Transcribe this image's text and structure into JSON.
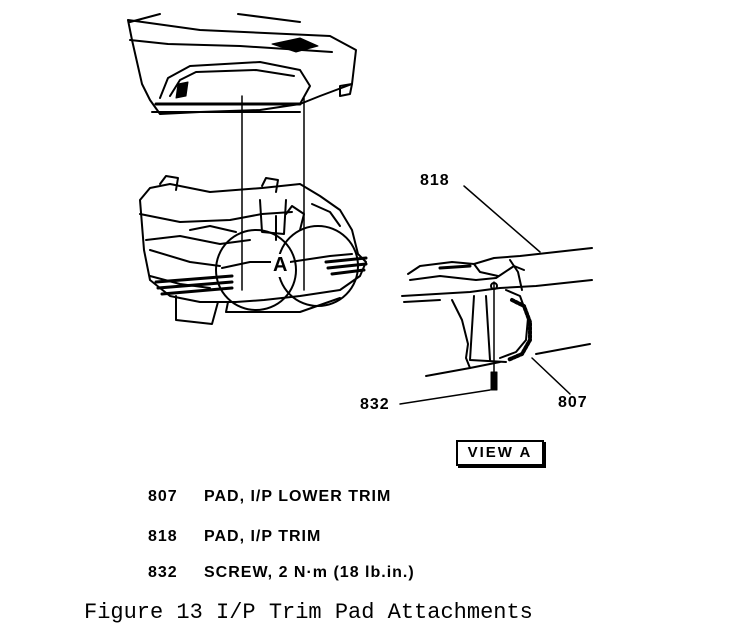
{
  "callouts": {
    "view_letter": "A",
    "label_818": "818",
    "label_832": "832",
    "label_807": "807"
  },
  "view_label": "VIEW A",
  "legend": [
    {
      "number": "807",
      "description": "PAD, I/P LOWER TRIM"
    },
    {
      "number": "818",
      "description": "PAD, I/P TRIM"
    },
    {
      "number": "832",
      "description": "SCREW, 2 N·m (18 lb.in.)"
    }
  ],
  "caption": "Figure 13 I/P Trim Pad Attachments"
}
